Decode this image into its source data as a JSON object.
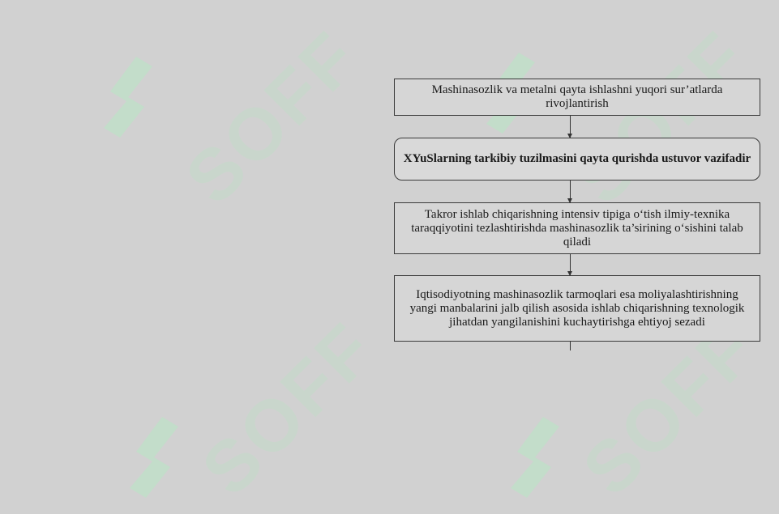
{
  "watermark": {
    "text": "SOFF",
    "color": "#c8d8cc",
    "mark_color": "#bfe0c8"
  },
  "flowchart": {
    "boxes": [
      {
        "text": "Mashinasozlik va metalni qayta ishlashni yuqori sur’atlarda rivojlantirish"
      },
      {
        "text": "XYuSlarning tarkibiy tuzilmasini qayta qurishda ustuvor vazifadir"
      },
      {
        "text": "Takror ishlab chiqarishning intensiv tipiga o‘tish ilmiy-texnika taraqqiyotini tezlashtirishda mashinasozlik ta’sirining o‘sishini talab qiladi"
      },
      {
        "text": "Iqtisodiyotning mashinasozlik tarmoqlari esa moliyalashtirishning yangi manbalarini jalb qilish asosida ishlab chiqarishning texnologik jihatdan yangilanishini kuchaytirishga ehtiyoj sezadi"
      }
    ]
  }
}
